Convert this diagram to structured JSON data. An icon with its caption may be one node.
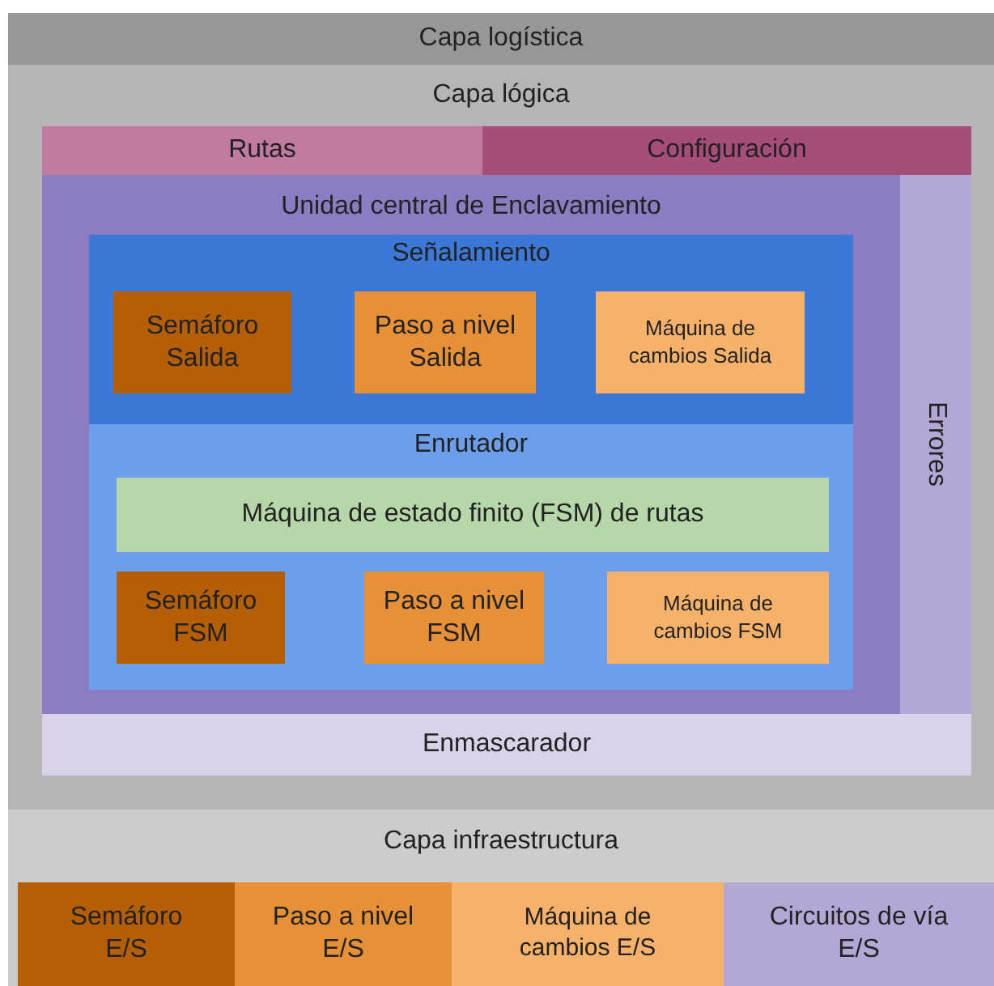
{
  "diagram": {
    "nodes": [
      {
        "text": [
          "Capa logística"
        ]
      },
      {
        "text": [
          "Capa lógica"
        ]
      },
      {
        "text": [
          "Rutas"
        ],
        "in": 1
      },
      {
        "text": [
          "Configuración"
        ],
        "in": 1
      },
      {
        "text": [
          "Unidad central de Enclavamiento"
        ],
        "in": 1
      },
      {
        "text": [
          "Señalamiento"
        ],
        "in": 4
      },
      {
        "text": [
          "Semáforo Salida"
        ],
        "in": 5
      },
      {
        "text": [
          "Paso a nivel Salida"
        ],
        "in": 5
      },
      {
        "text": [
          "Máquina de cambios Salida"
        ],
        "in": 5
      },
      {
        "text": [
          "Enrutador"
        ],
        "in": 4
      },
      {
        "text": [
          "Máquina de estado finito (FSM) de rutas"
        ],
        "in": 9
      },
      {
        "text": [
          "Semáforo FSM"
        ],
        "in": 9
      },
      {
        "text": [
          "Paso a nivel FSM"
        ],
        "in": 9
      },
      {
        "text": [
          "Máquina de cambios FSM"
        ],
        "in": 9
      },
      {
        "text": [
          "Errores"
        ],
        "in": 1
      },
      {
        "text": [
          "Enmascarador"
        ],
        "in": 1
      },
      {
        "text": [
          "Capa infraestructura"
        ]
      },
      {
        "text": [
          "Semáforo E/S"
        ],
        "in": 16
      },
      {
        "text": [
          "Paso a nivel E/S"
        ],
        "in": 16
      },
      {
        "text": [
          "Máquina de cambios E/S"
        ],
        "in": 16
      },
      {
        "text": [
          "Circuitos de vía E/S"
        ],
        "in": 16
      }
    ]
  }
}
